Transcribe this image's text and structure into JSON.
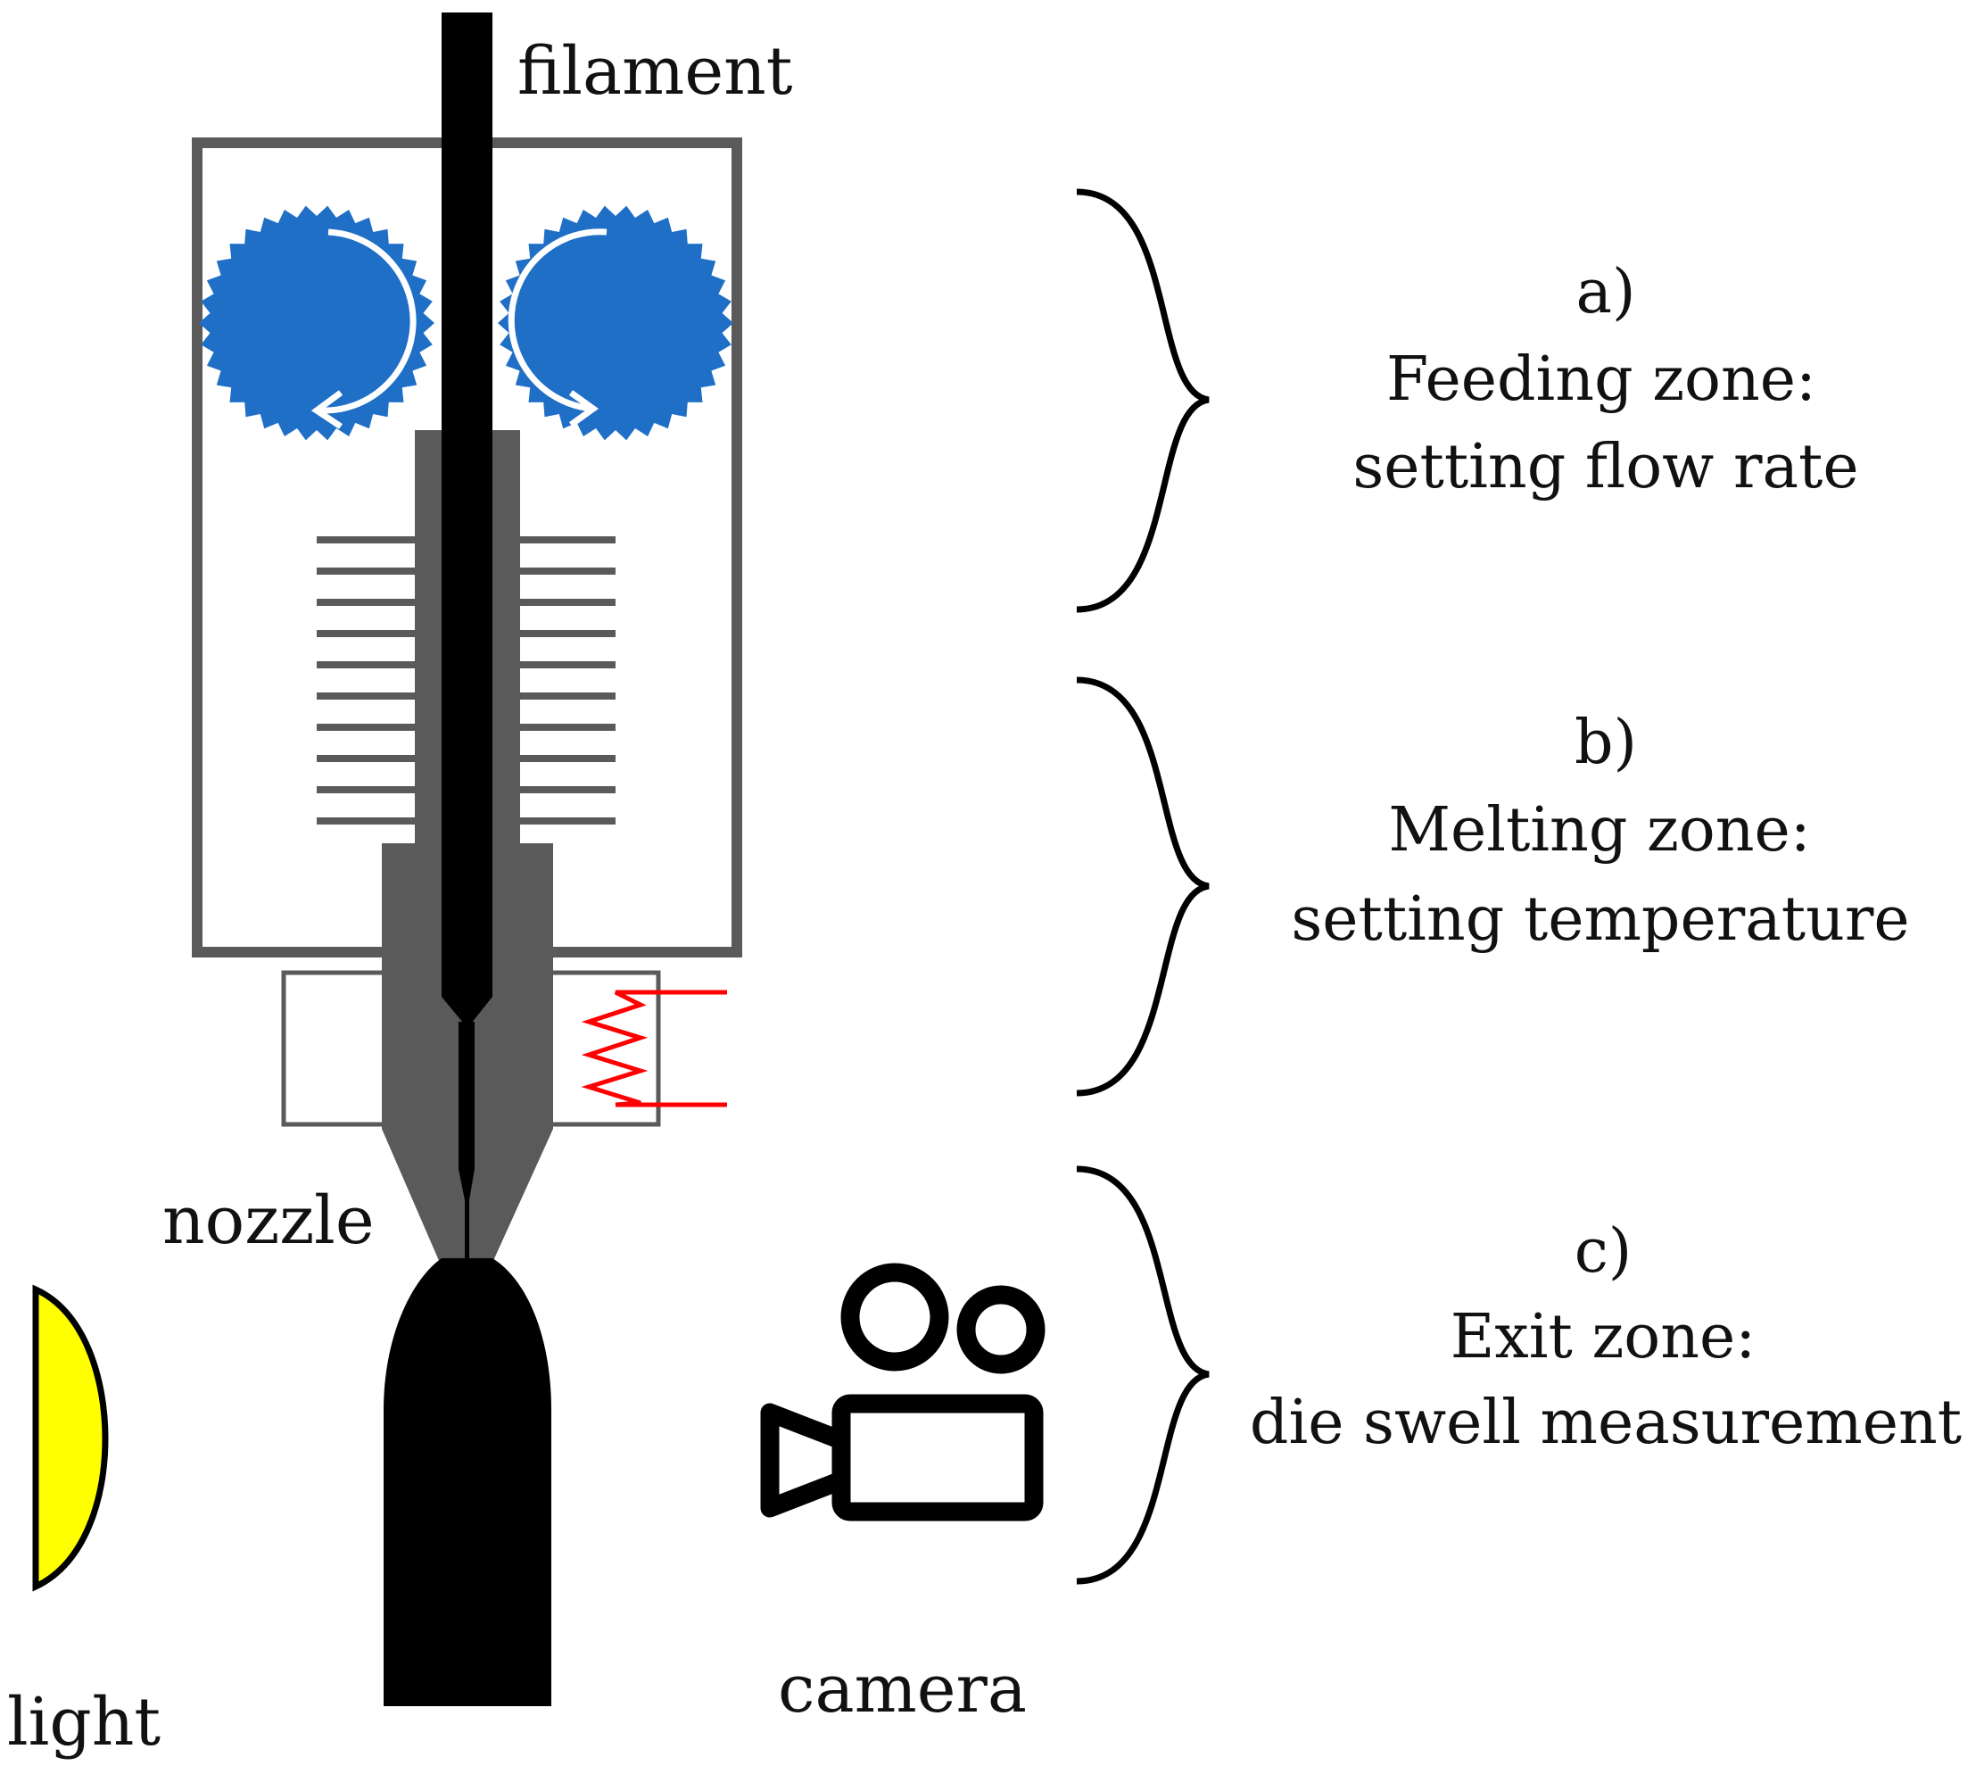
{
  "labels": {
    "filament": "filament",
    "nozzle": "nozzle",
    "light": "light",
    "camera": "camera"
  },
  "zones": [
    {
      "letter": "a)",
      "title": "Feeding zone:",
      "detail": "setting flow rate"
    },
    {
      "letter": "b)",
      "title": "Melting zone:",
      "detail": "setting temperature"
    },
    {
      "letter": "c)",
      "title": "Exit zone:",
      "detail": "die swell measurement"
    }
  ],
  "icons": {
    "feed_gears": "gear-icon",
    "camera": "video-camera-icon",
    "light": "light-source-icon",
    "heater": "heater-coil-icon"
  },
  "colors": {
    "gear": "#1f6fc6",
    "frame": "#5a5a5a",
    "filament": "#000000",
    "heater": "#ff0000",
    "light": "#ffff00"
  }
}
